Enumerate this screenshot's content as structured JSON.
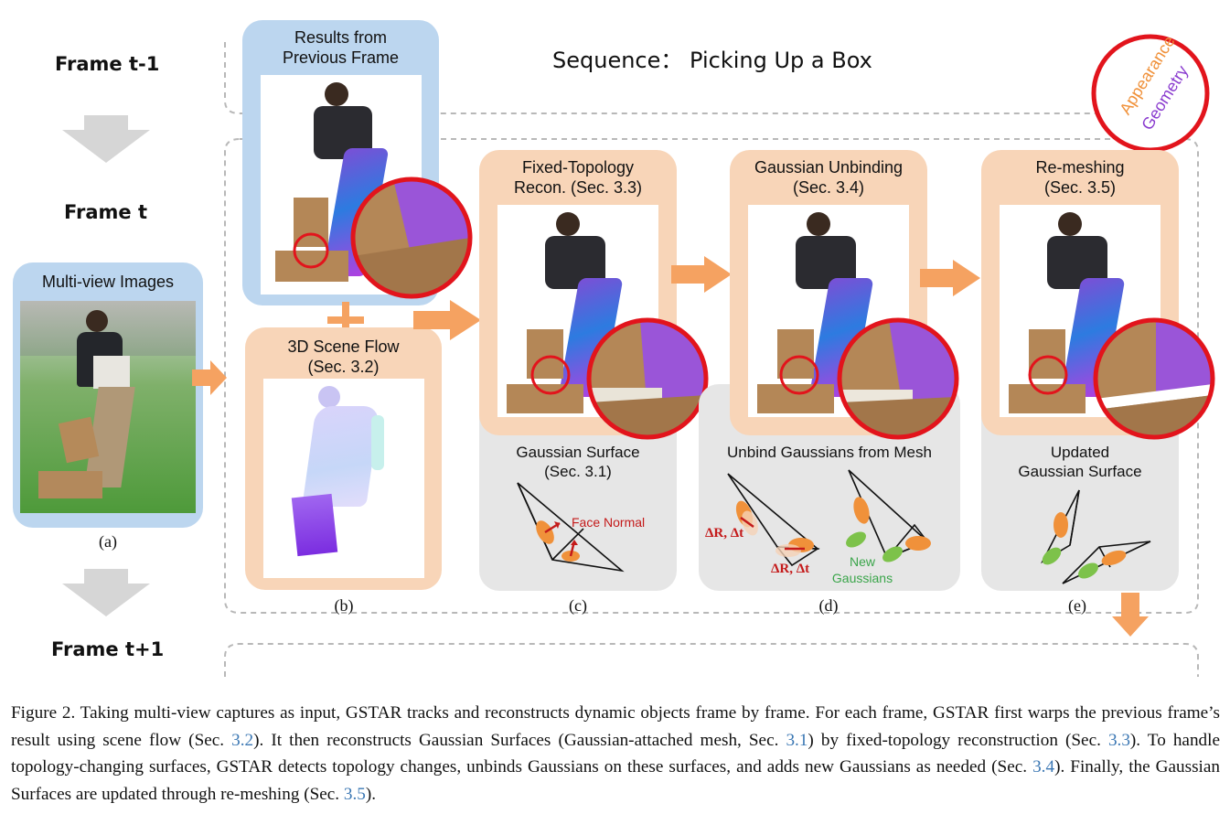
{
  "frames": {
    "prev": "Frame t-1",
    "current": "Frame t",
    "next": "Frame t+1"
  },
  "sequence_title": "Sequence： Picking Up a Box",
  "legend": {
    "appearance": "Appearance",
    "geometry": "Geometry",
    "appearance_color": "#f0913a",
    "geometry_color": "#8a3ccf",
    "ring_color": "#e2141c"
  },
  "panels": {
    "multiview": {
      "title": "Multi-view Images",
      "sub": "(a)"
    },
    "previous": {
      "title_l1": "Results from",
      "title_l2": "Previous Frame"
    },
    "sceneflow": {
      "title_l1": "3D Scene Flow",
      "title_l2": "(Sec. 3.2)",
      "sub": "(b)"
    },
    "fixed": {
      "title_l1": "Fixed-Topology",
      "title_l2": "Recon. (Sec. 3.3)",
      "bottom_l1": "Gaussian Surface",
      "bottom_l2": "(Sec. 3.1)",
      "annotation": "Face Normal",
      "sub": "(c)"
    },
    "unbind": {
      "title_l1": "Gaussian Unbinding",
      "title_l2": "(Sec. 3.4)",
      "bottom": "Unbind Gaussians from Mesh",
      "delta1": "ΔR, Δt",
      "delta2": "ΔR, Δt",
      "new_l1": "New",
      "new_l2": "Gaussians",
      "sub": "(d)"
    },
    "remesh": {
      "title_l1": "Re-meshing",
      "title_l2": "(Sec. 3.5)",
      "bottom_l1": "Updated",
      "bottom_l2": "Gaussian Surface",
      "sub": "(e)"
    }
  },
  "caption": {
    "p1": "Figure 2. Taking multi-view captures as input, GSTAR tracks and reconstructs dynamic objects frame by frame. For each frame, GSTAR first warps the previous frame’s result using scene flow (Sec. ",
    "r1": "3.2",
    "p2": "). It then reconstructs Gaussian Surfaces (Gaussian-attached mesh, Sec. ",
    "r2": "3.1",
    "p3": ") by fixed-topology reconstruction (Sec. ",
    "r3": "3.3",
    "p4": "). To handle topology-changing surfaces, GSTAR detects topology changes, unbinds Gaussians on these surfaces, and adds new Gaussians as needed (Sec. ",
    "r4": "3.4",
    "p5": "). Finally, the Gaussian Surfaces are updated through re-meshing (Sec. ",
    "r5": "3.5",
    "p6": ")."
  }
}
